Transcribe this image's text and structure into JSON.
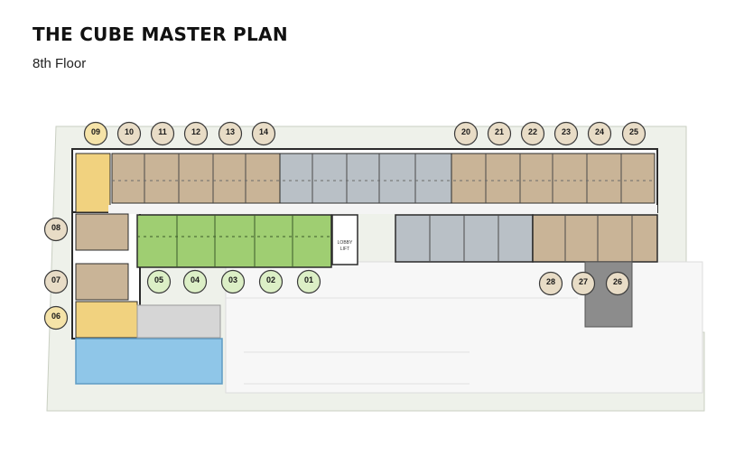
{
  "title": "THE CUBE MASTER PLAN",
  "subtitle": "8th Floor",
  "lobby_label": [
    "LOBBY",
    "LIFT"
  ],
  "units": [
    {
      "id": "09",
      "color": "#f5e3a8"
    },
    {
      "id": "10",
      "color": "#e8dcc6"
    },
    {
      "id": "11",
      "color": "#e8dcc6"
    },
    {
      "id": "12",
      "color": "#e8dcc6"
    },
    {
      "id": "13",
      "color": "#e8dcc6"
    },
    {
      "id": "14",
      "color": "#e8dcc6"
    },
    {
      "id": "20",
      "color": "#e8dcc6"
    },
    {
      "id": "21",
      "color": "#e8dcc6"
    },
    {
      "id": "22",
      "color": "#e8dcc6"
    },
    {
      "id": "23",
      "color": "#e8dcc6"
    },
    {
      "id": "24",
      "color": "#e8dcc6"
    },
    {
      "id": "25",
      "color": "#e8dcc6"
    },
    {
      "id": "08",
      "color": "#e8dcc6"
    },
    {
      "id": "07",
      "color": "#e8dcc6"
    },
    {
      "id": "06",
      "color": "#f5e3a8"
    },
    {
      "id": "05",
      "color": "#dcefc6"
    },
    {
      "id": "04",
      "color": "#dcefc6"
    },
    {
      "id": "03",
      "color": "#dcefc6"
    },
    {
      "id": "02",
      "color": "#dcefc6"
    },
    {
      "id": "01",
      "color": "#dcefc6"
    },
    {
      "id": "28",
      "color": "#e8dcc6"
    },
    {
      "id": "27",
      "color": "#e8dcc6"
    },
    {
      "id": "26",
      "color": "#e8dcc6"
    }
  ],
  "colors": {
    "unit_tan": "#c9b497",
    "unit_yellow": "#f1d27f",
    "unit_green": "#9fce72",
    "unit_grey": "#b9c0c6",
    "corridor": "#f4f4f4",
    "wall": "#2b2b2b",
    "pool": "#8fc6e8",
    "site": "#e9ede4"
  }
}
